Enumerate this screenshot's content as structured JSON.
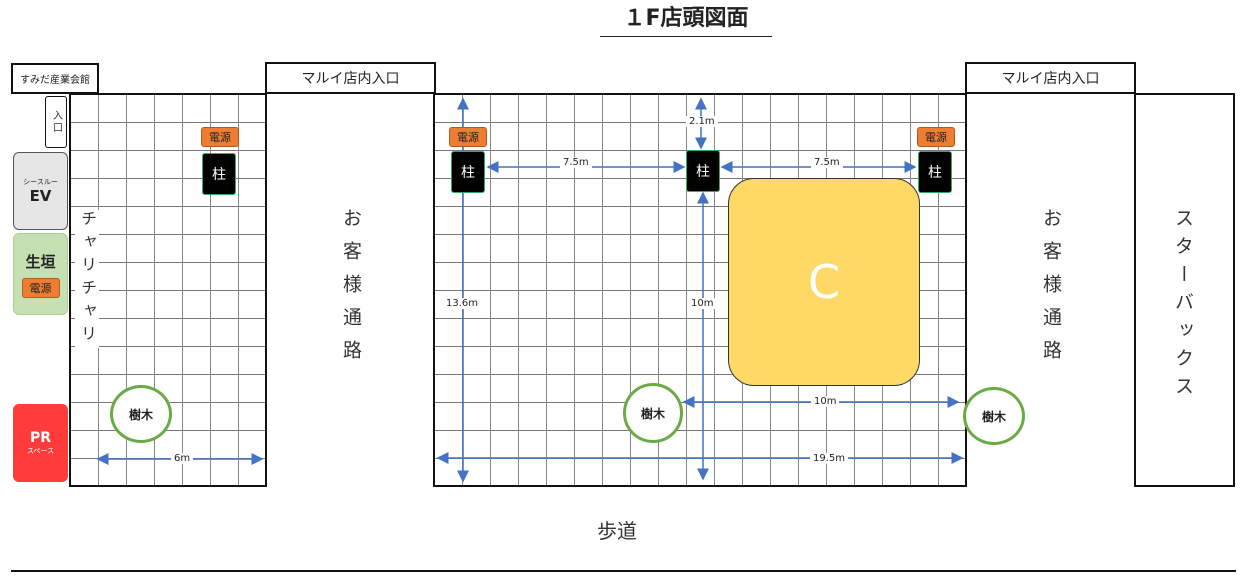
{
  "title": "１F店頭図面",
  "labels": {
    "sumida": "すみだ産業会館",
    "entrance_small": "入口",
    "marui_entrance_left": "マルイ店内入口",
    "marui_entrance_right": "マルイ店内入口",
    "see_through": "シースルー",
    "ev": "EV",
    "hedge": "生垣",
    "pr": "PR",
    "pr_space": "スペース",
    "bicycle": "チャリチャリ",
    "customer_aisle_left": "お客様通路",
    "customer_aisle_right": "お客様通路",
    "starbucks": "スターバックス",
    "sidewalk": "歩道",
    "booth": "C"
  },
  "items": {
    "power": "電源",
    "pillar": "柱",
    "tree": "樹木"
  },
  "dimensions": {
    "d_2_1": "2.1m",
    "d_7_5_left": "7.5m",
    "d_7_5_right": "7.5m",
    "d_13_6": "13.6m",
    "d_10_v": "10m",
    "d_10_h": "10m",
    "d_19_5": "19.5m",
    "d_6": "6m"
  },
  "colors": {
    "power": "#ed7d31",
    "booth": "#ffd966",
    "tree_ring": "#6aab46",
    "hedge": "#c6e0b4",
    "pr": "#ff3b3b",
    "dimension_line": "#4472c4"
  }
}
